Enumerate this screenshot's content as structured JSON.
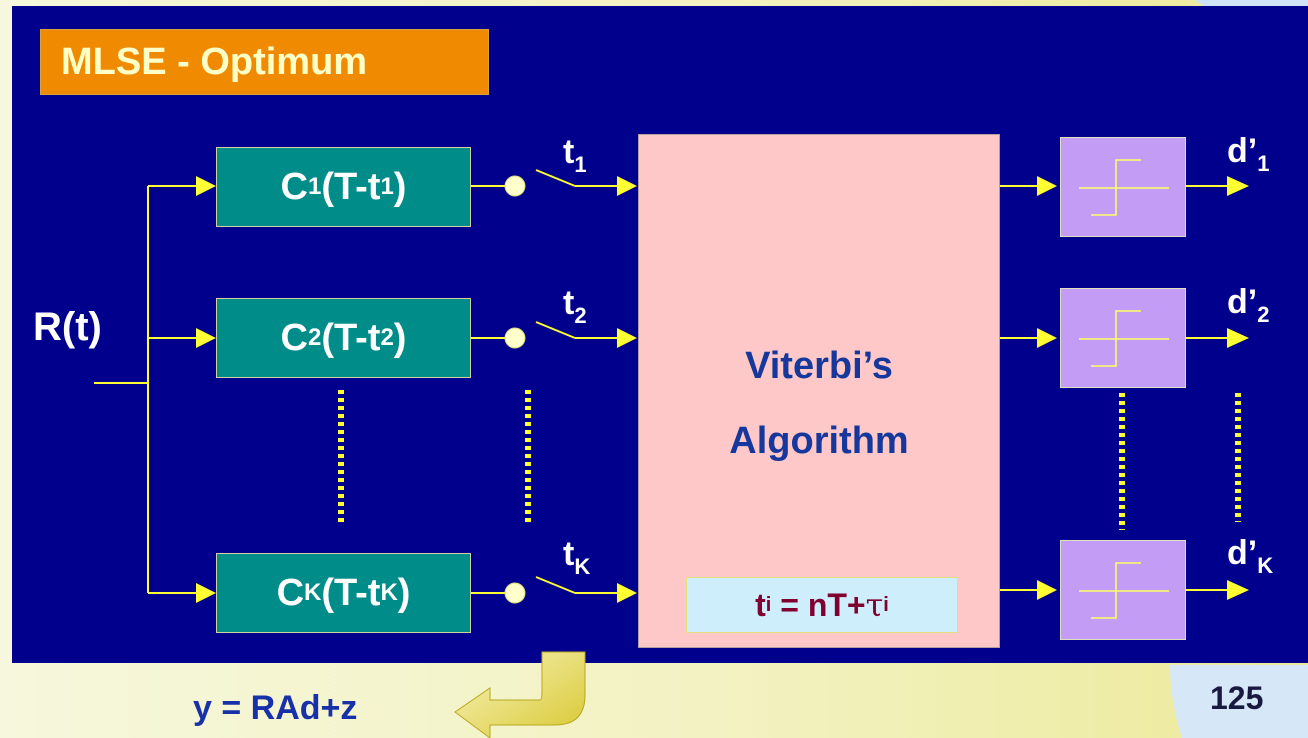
{
  "title": "MLSE - Optimum",
  "input_label": "R(t)",
  "filters": [
    {
      "main": "C",
      "sub1": "1",
      "mid": "(T-t",
      "sub2": "1",
      "end": ")"
    },
    {
      "main": "C",
      "sub1": "2",
      "mid": "(T-t",
      "sub2": "2",
      "end": ")"
    },
    {
      "main": "C",
      "sub1": "K",
      "mid": "(T-t",
      "sub2": "K",
      "end": ")"
    }
  ],
  "samplers": [
    {
      "main": "t",
      "sub": "1"
    },
    {
      "main": "t",
      "sub": "2"
    },
    {
      "main": "t",
      "sub": "K"
    }
  ],
  "viterbi": {
    "line1": "Viterbi’s",
    "line2": "Algorithm"
  },
  "timing": {
    "t": "t",
    "t_sub": "i",
    "eq": " = nT+",
    "tau": "τ",
    "tau_sub": "i"
  },
  "outputs": [
    {
      "main": "d’",
      "sub": "1"
    },
    {
      "main": "d’",
      "sub": "2"
    },
    {
      "main": "d’",
      "sub": "K"
    }
  ],
  "equation": "y = RAd+z",
  "page_number": "125",
  "colors": {
    "panel": "#00008c",
    "wire": "#ffff33",
    "filter": "#008c88",
    "viterbi": "#ffc8c8",
    "decision": "#c39cf5",
    "title_box": "#f08a00"
  }
}
